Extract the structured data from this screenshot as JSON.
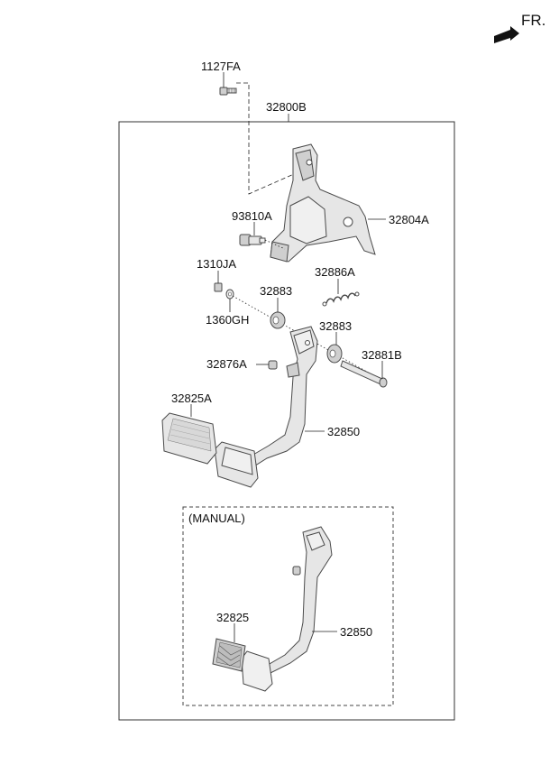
{
  "orientation": {
    "label": "FR."
  },
  "labels": {
    "bolt": "1127FA",
    "assembly": "32800B",
    "bracket": "32804A",
    "switch": "93810A",
    "nut": "1310JA",
    "washer": "1360GH",
    "spring": "32886A",
    "bushing_left": "32883",
    "bushing_right": "32883",
    "pin": "32881B",
    "stopper": "32876A",
    "pad_auto": "32825A",
    "pedal_auto": "32850",
    "manual_title": "(MANUAL)",
    "pad_manual": "32825",
    "pedal_manual": "32850"
  }
}
